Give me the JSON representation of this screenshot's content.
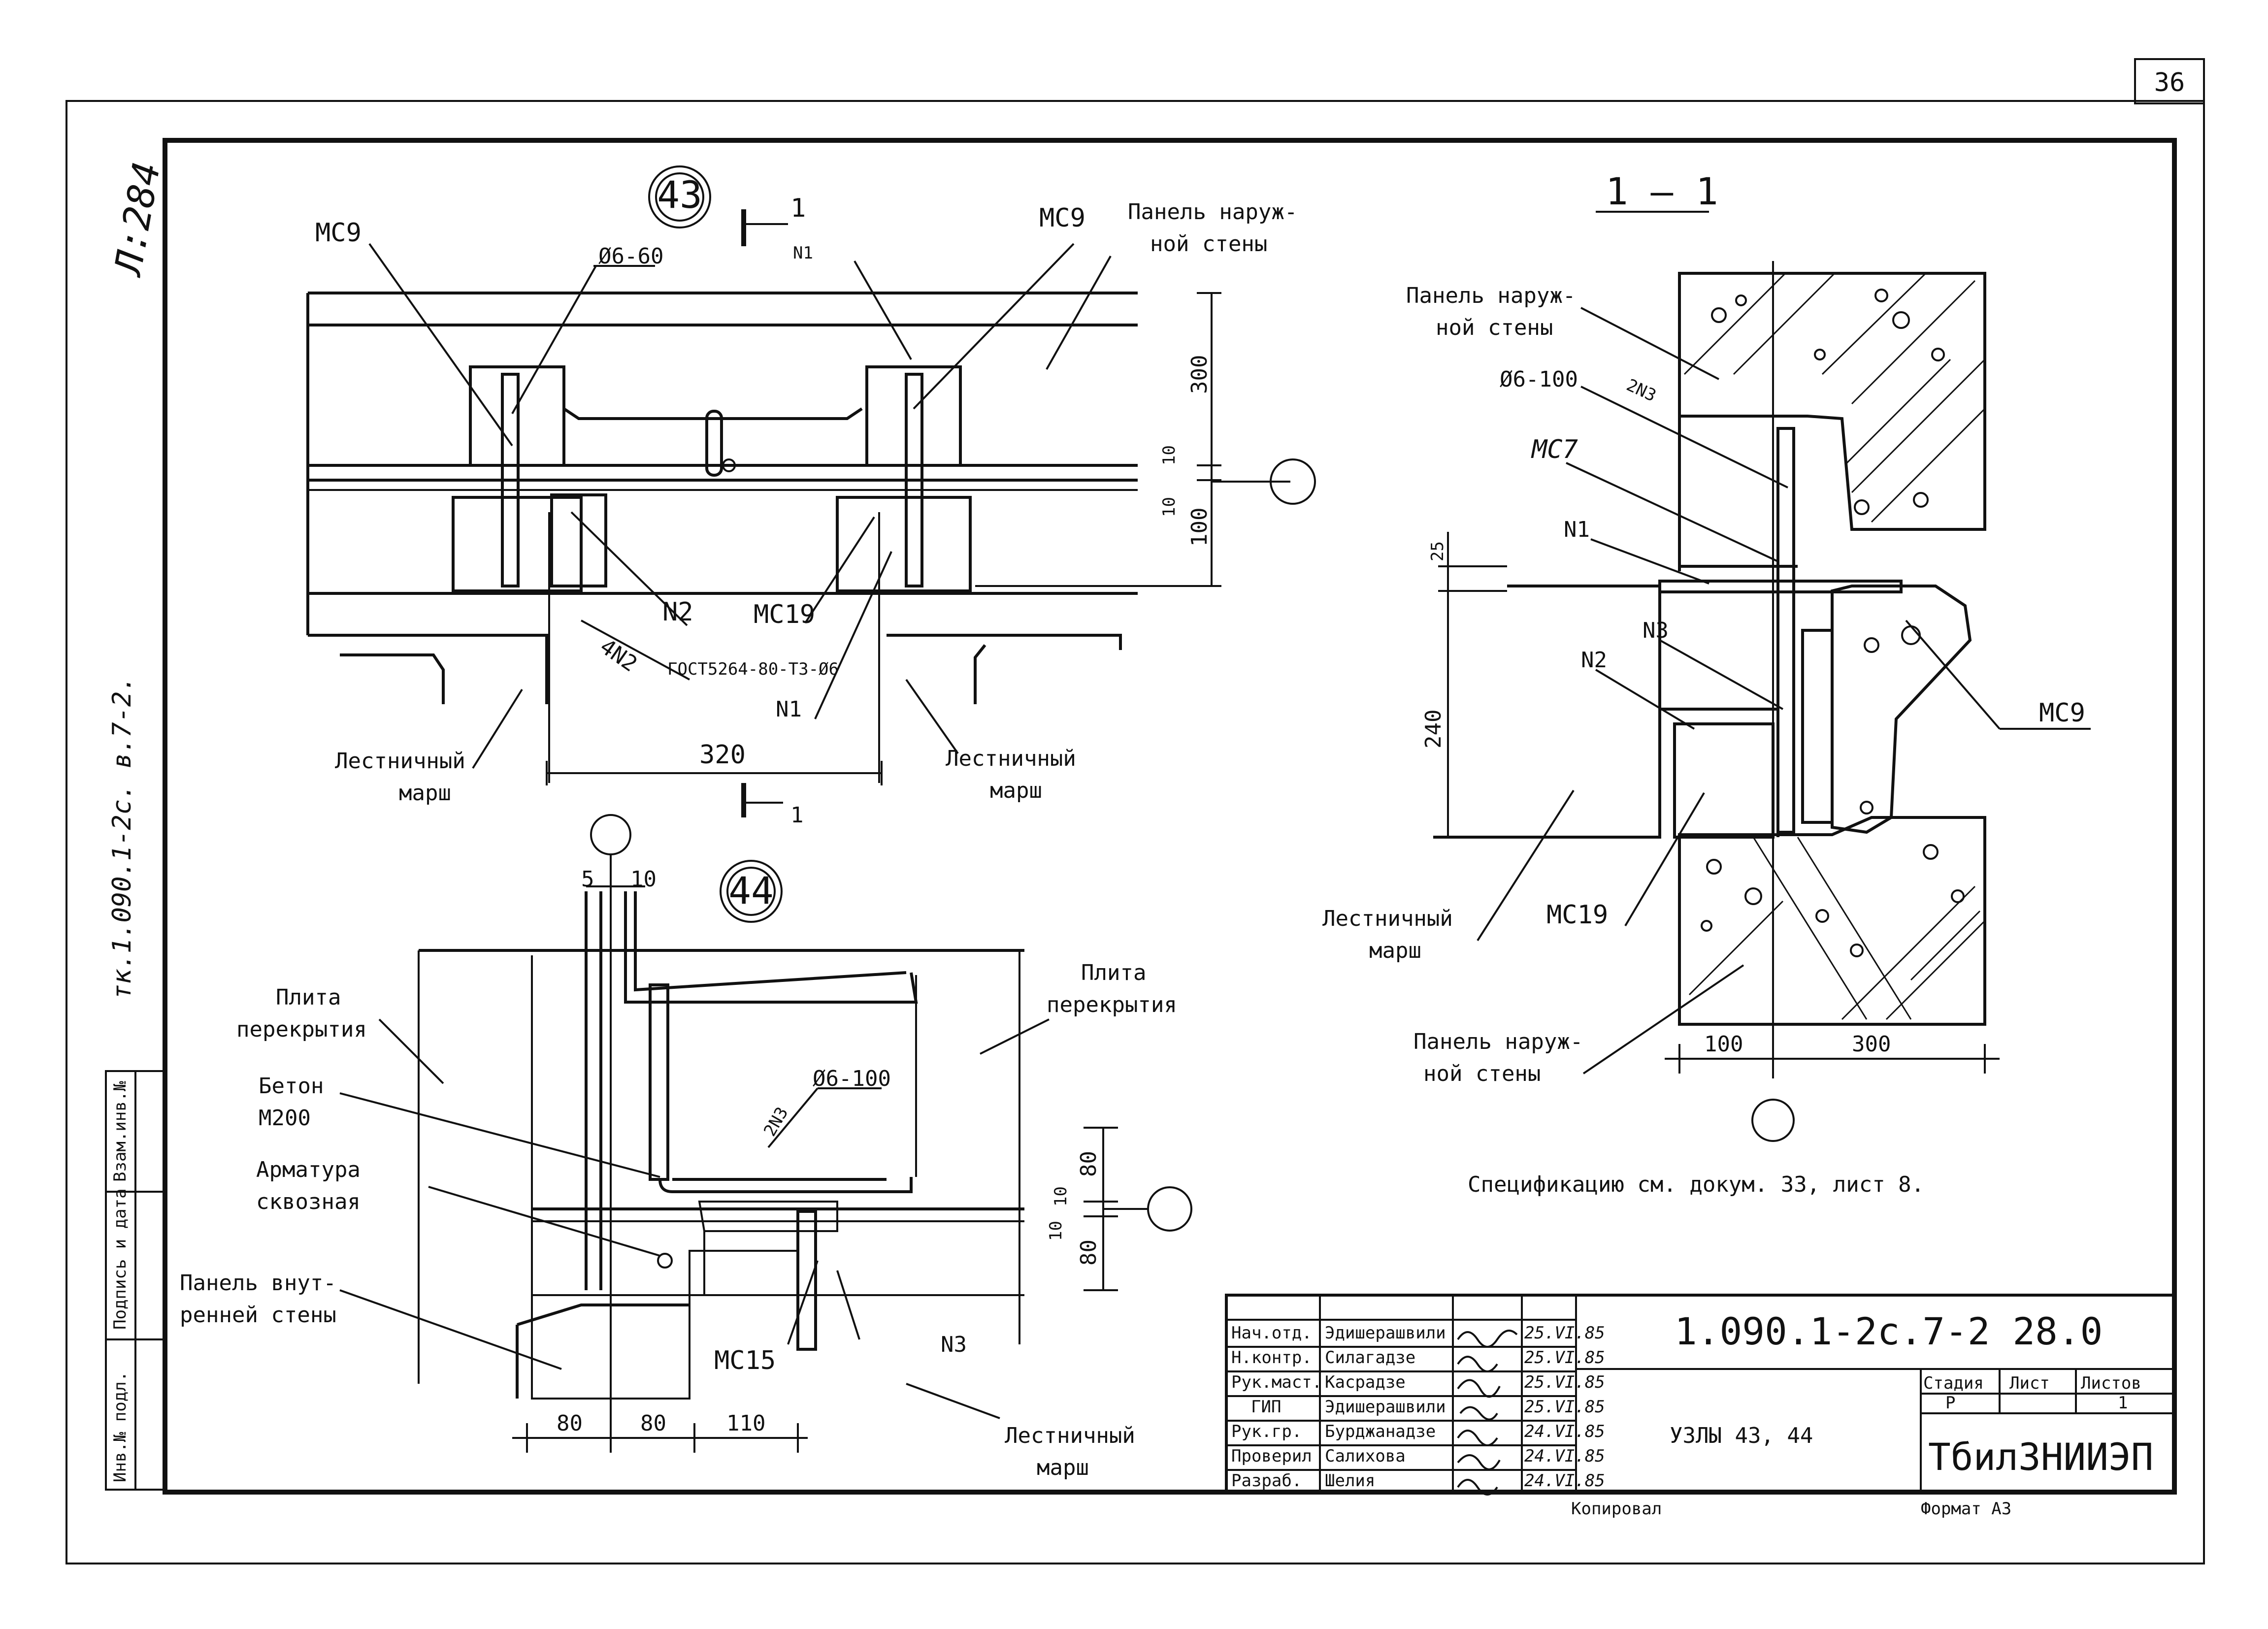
{
  "sheet": {
    "page_number": "36",
    "code": "1.090.1-2c.7-2 28.0",
    "title": "УЗЛЫ 43, 44",
    "organization": "ТбилЗНИИЭП",
    "copied_by_label": "Копировал",
    "format_label": "Формат А3",
    "handwritten_id": "тк.1.090.1-2с. в.7-2."
  },
  "title_block": {
    "rows": [
      {
        "role": "Нач.отд.",
        "name": "Эдишерашвили",
        "date": "25.VI.85"
      },
      {
        "role": "Н.контр.",
        "name": "Силагадзе",
        "date": "25.VI.85"
      },
      {
        "role": "Рук.маст.",
        "name": "Касрадзе",
        "date": "25.VI.85"
      },
      {
        "role": "ГИП",
        "name": "Эдишерашвили",
        "date": "25.VI.85"
      },
      {
        "role": "Рук.гр.",
        "name": "Бурджанадзе",
        "date": "24.VI.85"
      },
      {
        "role": "Проверил",
        "name": "Салихова",
        "date": "24.VI.85"
      },
      {
        "role": "Разраб.",
        "name": "Шелия",
        "date": "24.VI.85"
      }
    ],
    "stage_header": "Стадия",
    "sheet_header": "Лист",
    "sheets_header": "Листов",
    "stage_value": "Р",
    "sheets_value": "1"
  },
  "side_stamp": {
    "cells": [
      "Взам.инв.№",
      "Подпись и дата",
      "Инв.№ подл."
    ]
  },
  "node43": {
    "number": "43",
    "section_mark": "1",
    "labels": {
      "mc9_left": "МС9",
      "mc9_right": "МС9",
      "rebar_top": "Ø6-60",
      "n1_top": "N1",
      "n1_bottom": "N1",
      "n2": "N2",
      "n2_count": "4N2",
      "mc19": "МС19",
      "gost": "ГОСТ5264-80-Т3-Ø6",
      "wall_panel_1": "Панель наруж-",
      "wall_panel_2": "ной стены",
      "stair_left_1": "Лестничный",
      "stair_left_2": "марш",
      "stair_right_1": "Лестничный",
      "stair_right_2": "марш"
    },
    "dims": {
      "d300": "300",
      "d10a": "10",
      "d10b": "10",
      "d100": "100",
      "d320": "320"
    }
  },
  "section11": {
    "title": "1 — 1",
    "labels": {
      "wall_top_1": "Панель наруж-",
      "wall_top_2": "ной стены",
      "rebar": "Ø6-100",
      "n3_top": "2N3",
      "mc7": "МС7",
      "n1": "N1",
      "n3": "N3",
      "n2": "N2",
      "mc9": "МС9",
      "stair_1": "Лестничный",
      "stair_2": "марш",
      "mc19": "МС19",
      "wall_bot_1": "Панель наруж-",
      "wall_bot_2": "ной стены"
    },
    "dims": {
      "d25": "25",
      "d240": "240",
      "d100": "100",
      "d300": "300"
    }
  },
  "node44": {
    "number": "44",
    "labels": {
      "slab_left_1": "Плита",
      "slab_left_2": "перекрытия",
      "slab_right_1": "Плита",
      "slab_right_2": "перекрытия",
      "concrete_1": "Бетон",
      "concrete_2": "М200",
      "rebar_1": "Арматура",
      "rebar_2": "сквозная",
      "inner_wall_1": "Панель внут-",
      "inner_wall_2": "ренней стены",
      "rebar_top": "Ø6-100",
      "n3_top": "2N3",
      "mc15": "МС15",
      "n3": "N3",
      "stair_1": "Лестничный",
      "stair_2": "марш"
    },
    "dims": {
      "d5": "5",
      "d10_top": "10",
      "d80a": "80",
      "d10a": "10",
      "d10b": "10",
      "d80b": "80",
      "d80c": "80",
      "d80d": "80",
      "d110": "110"
    }
  },
  "note": "Спецификацию см. докум. 33, лист 8."
}
